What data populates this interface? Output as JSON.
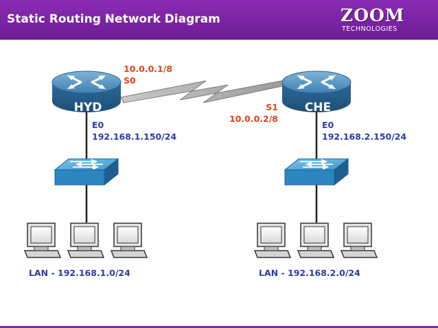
{
  "header": {
    "title": "Static Routing Network Diagram",
    "logo_word": "ZOOM",
    "logo_sub": "TECHNOLOGIES"
  },
  "routers": [
    {
      "name": "HYD",
      "serial_interface": "S0",
      "serial_ip": "10.0.0.1/8",
      "lan_interface": "E0",
      "lan_ip": "192.168.1.150/24",
      "lan_label": "LAN - 192.168.1.0/24"
    },
    {
      "name": "CHE",
      "serial_interface": "S1",
      "serial_ip": "10.0.0.2/8",
      "lan_interface": "E0",
      "lan_ip": "192.168.2.150/24",
      "lan_label": "LAN - 192.168.2.0/24"
    }
  ],
  "colors": {
    "header_purple": "#7b2aa8",
    "router_blue": "#2f6f9f",
    "switch_blue": "#2c86c0",
    "serial_label": "#e0431a",
    "ethernet_label": "#2d3aa8"
  },
  "icons": {
    "router": "router-icon",
    "switch": "switch-icon",
    "pc": "pc-icon",
    "serial_link": "lightning-link-icon"
  }
}
